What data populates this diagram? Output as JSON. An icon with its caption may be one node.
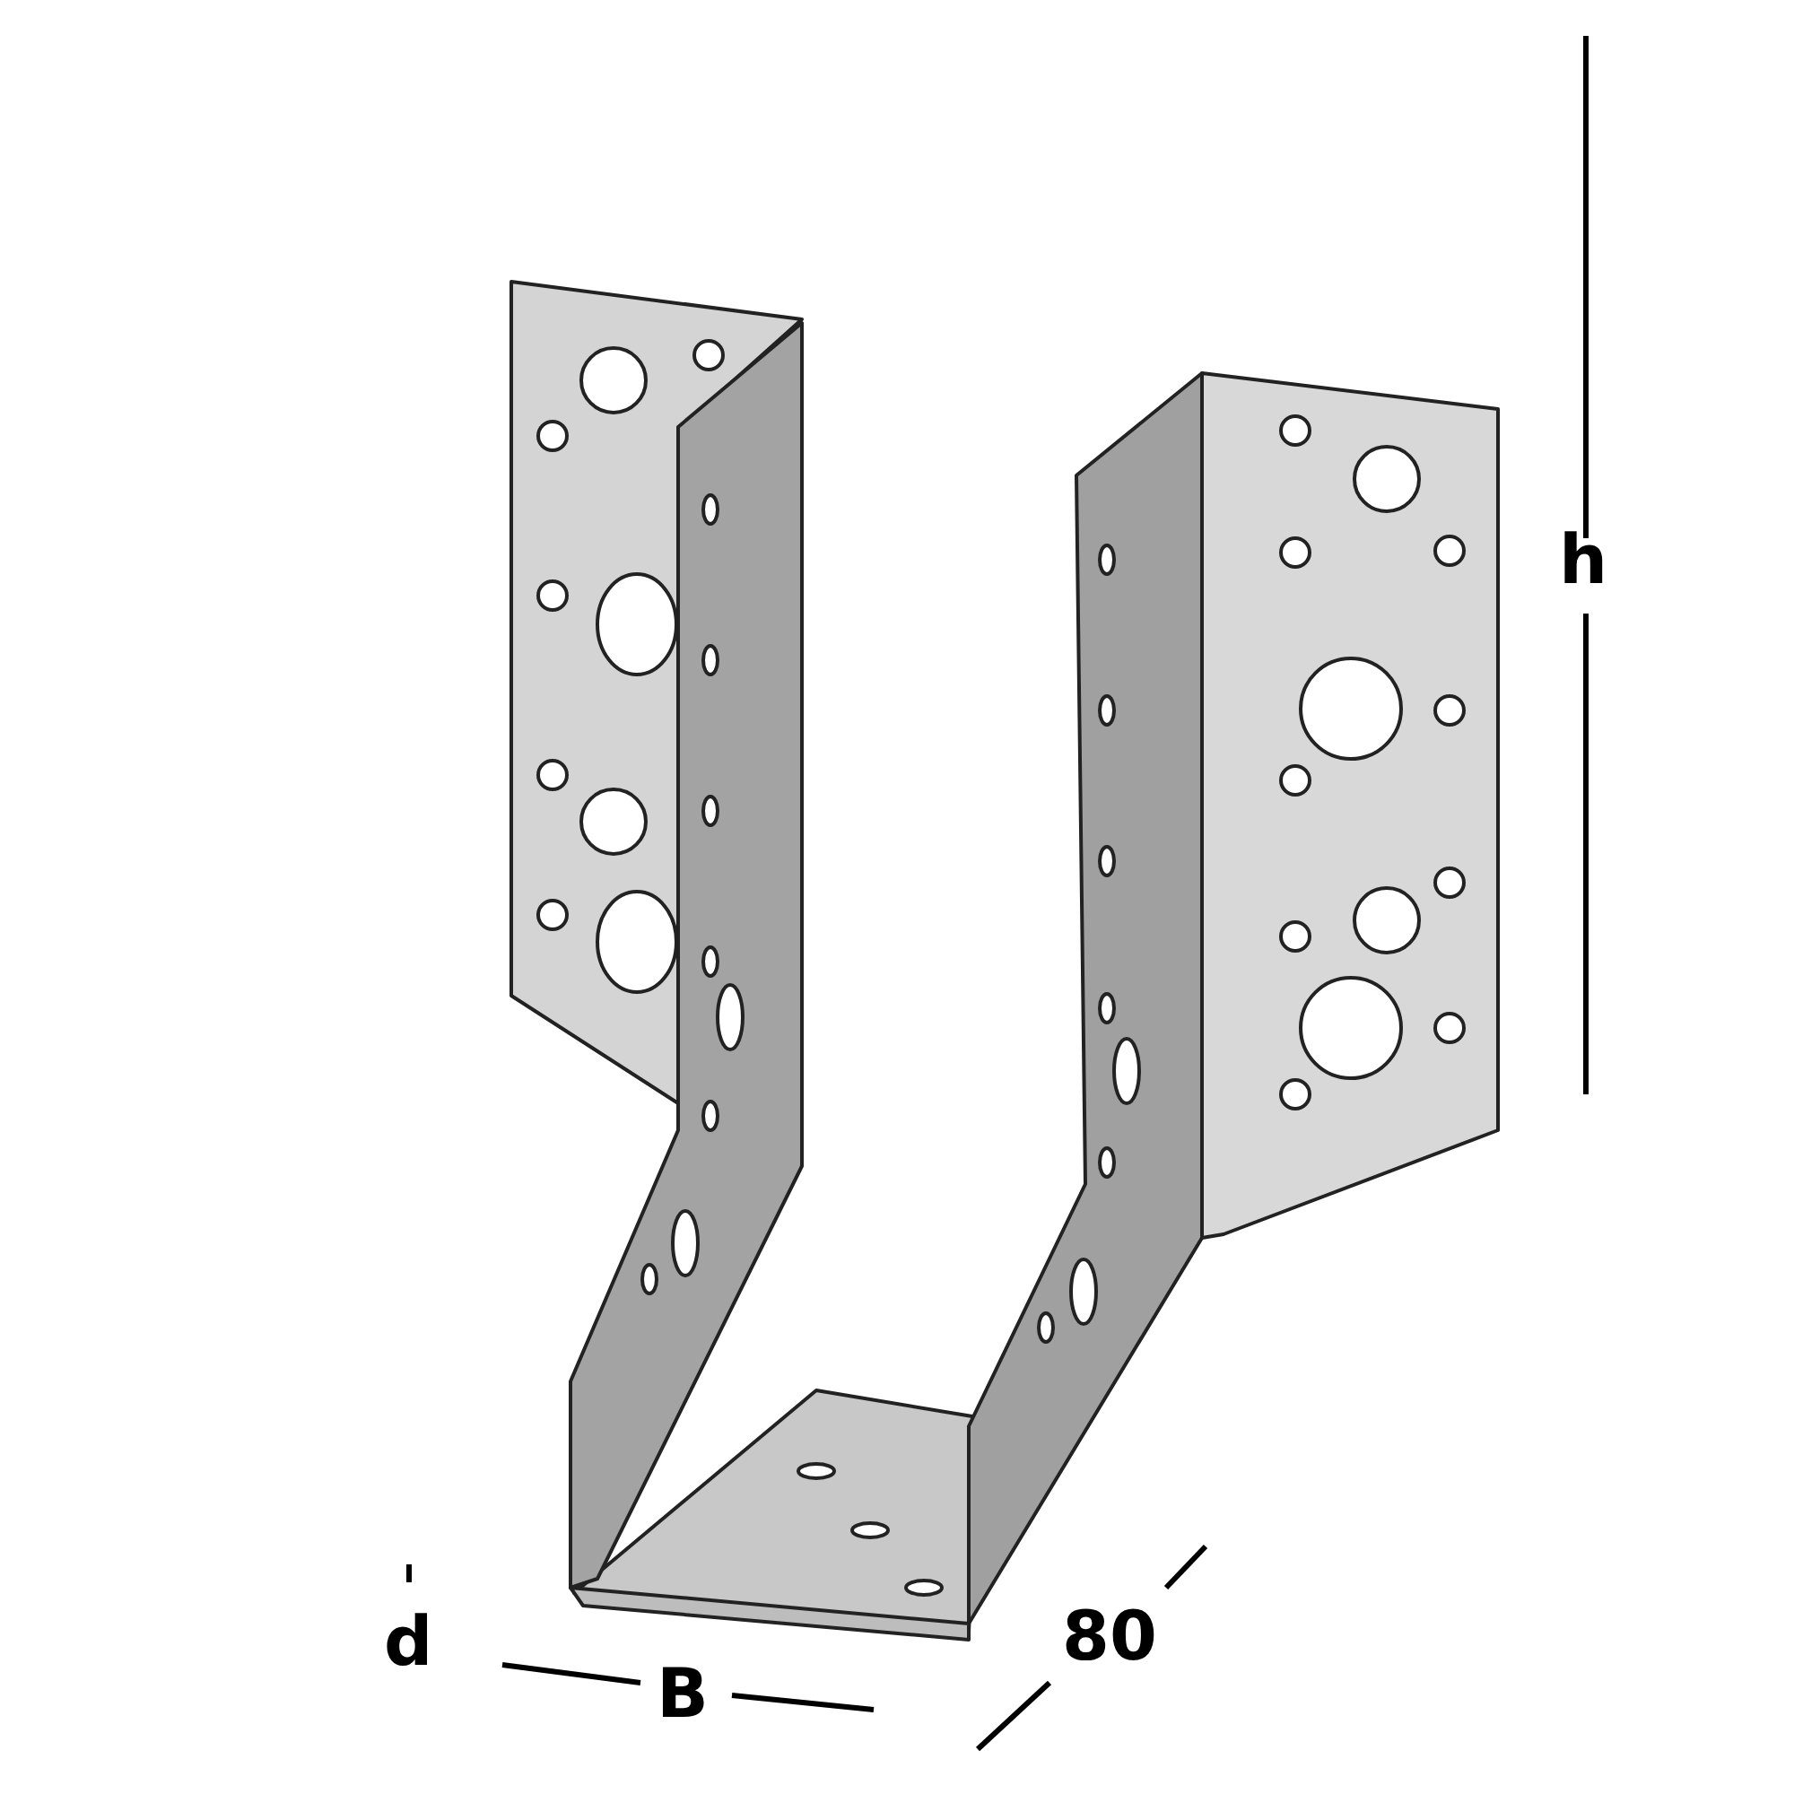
{
  "diagram": {
    "labels": [
      "h",
      "d",
      "80",
      "B"
    ]
  }
}
